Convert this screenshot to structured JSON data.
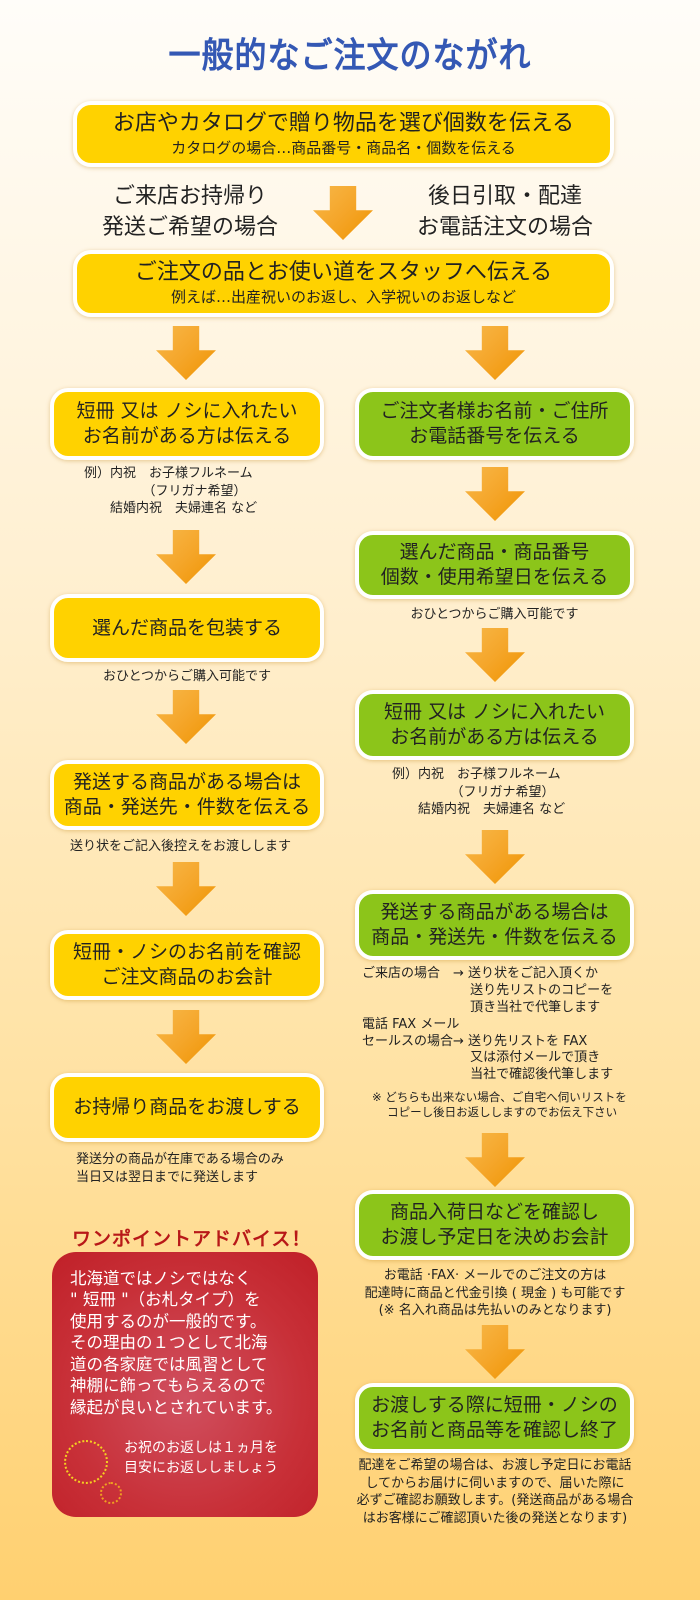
{
  "title": "一般的なご注文のながれ",
  "step1": {
    "line1": "お店やカタログで贈り物品を選び個数を伝える",
    "line2": "カタログの場合…商品番号・商品名・個数を伝える"
  },
  "routes": {
    "left": "ご来店お持帰り\n発送ご希望の場合",
    "right": "後日引取・配達\nお電話注文の場合"
  },
  "step2": {
    "line1": "ご注文の品とお使い道をスタッフへ伝える",
    "line2": "例えば…出産祝いのお返し、入学祝いのお返しなど"
  },
  "left": [
    {
      "box": "短冊 又は ノシに入れたい\nお名前がある方は伝える",
      "note": "例）内祝　お子様フルネーム\n　　　　　（フリガナ希望）\n　　結婚内祝　夫婦連名 など"
    },
    {
      "box": "選んだ商品を包装する",
      "note": "おひとつからご購入可能です"
    },
    {
      "box": "発送する商品がある場合は\n商品・発送先・件数を伝える",
      "note": "送り状をご記入後控えをお渡しします"
    },
    {
      "box": "短冊・ノシのお名前を確認\nご注文商品のお会計",
      "note": ""
    },
    {
      "box": "お持帰り商品をお渡しする",
      "note": "発送分の商品が在庫である場合のみ\n当日又は翌日までに発送します"
    }
  ],
  "right": [
    {
      "box": "ご注文者様お名前・ご住所\nお電話番号を伝える",
      "note": ""
    },
    {
      "box": "選んだ商品・商品番号\n個数・使用希望日を伝える",
      "note": "おひとつからご購入可能です"
    },
    {
      "box": "短冊 又は ノシに入れたい\nお名前がある方は伝える",
      "note": "例）内祝　お子様フルネーム\n　　　　　（フリガナ希望）\n　　結婚内祝　夫婦連名 など"
    },
    {
      "box": "発送する商品がある場合は\n商品・発送先・件数を伝える",
      "note": "ご来店の場合　→ 送り状をご記入頂くか\n　　　　　　　　 送り先リストのコピーを\n　　　　　　　　 頂き当社で代筆します\n電話 FAX メール\nセールスの場合→ 送り先リストを FAX\n　　　　　　　　 又は添付メールで頂き\n　　　　　　　　 当社で確認後代筆します",
      "note2": "※ どちらも出来ない場合、ご自宅へ伺いリストを\n　 コピーし後日お返ししますのでお伝え下さい"
    },
    {
      "box": "商品入荷日などを確認し\nお渡し予定日を決めお会計",
      "note": "お電話 ·FAX· メールでのご注文の方は\n配達時に商品と代金引換 ( 現金 ) も可能です\n(※ 名入れ商品は先払いのみとなります)"
    },
    {
      "box": "お渡しする際に短冊・ノシの\nお名前と商品等を確認し終了",
      "note": "配達をご希望の場合は、お渡し予定日にお電話\nしてからお届けに伺いますので、届いた際に\n必ずご確認お願致します。(発送商品がある場合\nはお客様にご確認頂いた後の発送となります)"
    }
  ],
  "advice": {
    "title": "ワンポイントアドバイス！",
    "body": "北海道ではノシではなく\n\" 短冊 \"（お札タイプ）を\n使用するのが一般的です。\nその理由の１つとして北海\n道の各家庭では風習として\n神棚に飾ってもらえるので\n縁起が良いとされています。",
    "tip": "お祝のお返しは１ヵ月を\n目安にお返ししましょう"
  },
  "colors": {
    "yellow": "#ffd200",
    "green": "#8cc51a",
    "title": "#3458b4",
    "arrow": "#f5a62a",
    "advice": "#c83038"
  }
}
